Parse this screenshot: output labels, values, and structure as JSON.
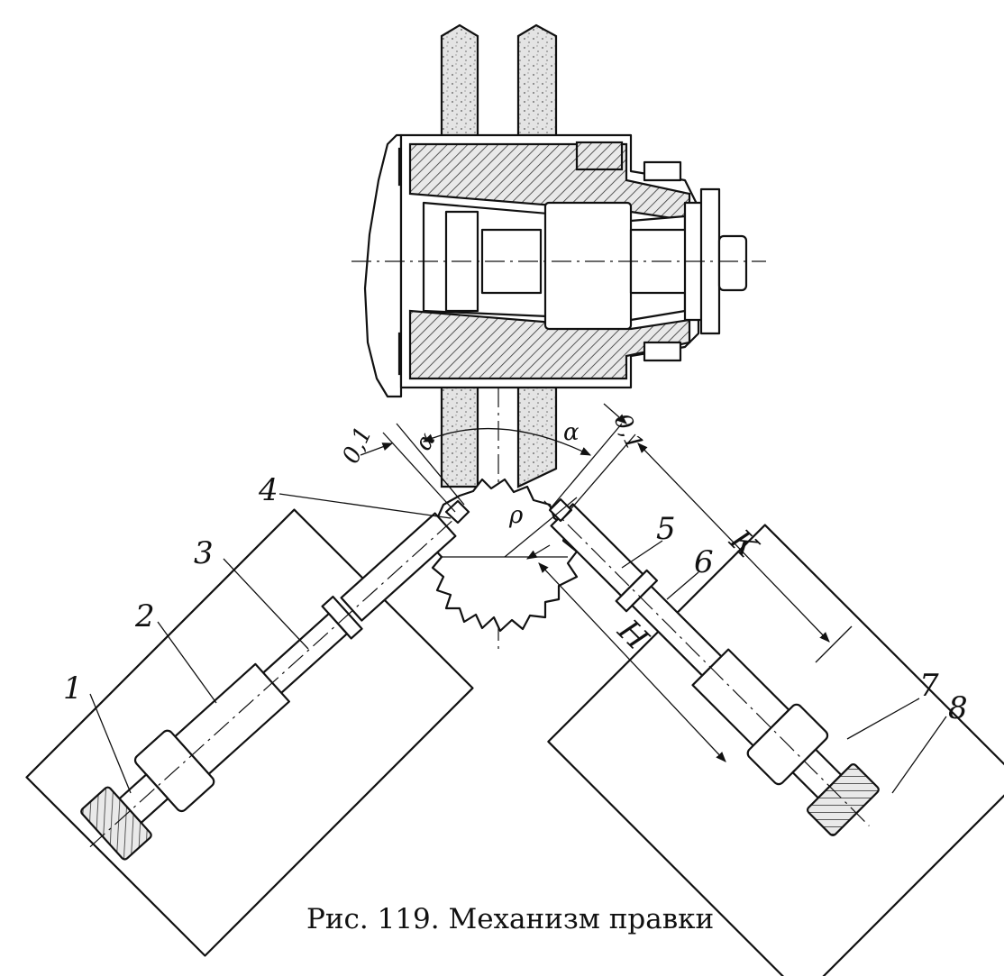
{
  "caption": "Рис. 119. Механизм правки",
  "labels": {
    "l1": "1",
    "l2": "2",
    "l3": "3",
    "l4": "4",
    "l5": "5",
    "l6": "6",
    "l7": "7",
    "l8": "8"
  },
  "dimensions": {
    "gap_left": "0,1",
    "gap_right": "0,1",
    "alpha_left": "α",
    "alpha_right": "α",
    "k": "К",
    "h": "Н",
    "rho": "ρ"
  }
}
